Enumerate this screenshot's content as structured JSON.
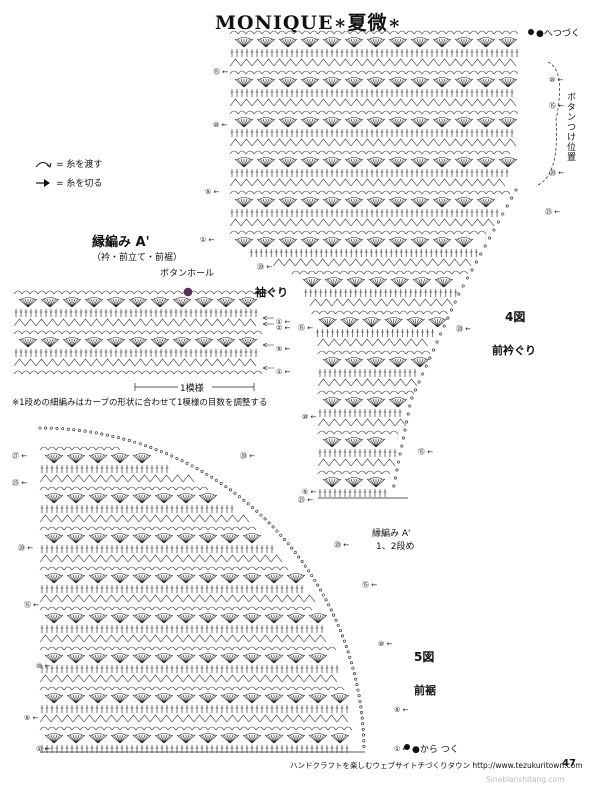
{
  "title": "MONIQUE∗夏微∗",
  "legend": {
    "join_text": "= 糸を渡す",
    "cut_text": "= 糸を切る"
  },
  "edging": {
    "title": "縁編み A'",
    "subtitle": "（衿・前立て・前裾）",
    "buttonhole": "ボタンホール",
    "repeat": "1模様",
    "note": "※1段めの細編みはカーブの形状に合わせて1模様の目数を調整する"
  },
  "figure4": {
    "top_label": "●へつづく",
    "button_label": "ボタンつけ位置",
    "armhole": "袖ぐり",
    "fig_no": "4図",
    "neckline": "前衿ぐり",
    "edging_label": "縁編み A'",
    "edging_rows": "1、2段め"
  },
  "figure5": {
    "fig_no": "5図",
    "name": "前裾",
    "bottom_label": "●から つく"
  },
  "footer": {
    "text": "ハンドクラフトを楽しむウェブサイトチづくりタウン http://www.tezukuritown.com",
    "page": "47",
    "watermark": "Sinablanshitang.com"
  },
  "row_numbers": {
    "fig4_left": [
      "⑮",
      "⑩",
      "⑤",
      "①"
    ],
    "fig4_mid": [
      "⑳",
      "⑮",
      "⑩",
      "⑤"
    ],
    "fig4_right": [
      "⑩",
      "⑮",
      "⑳",
      "㉕",
      "⑳",
      "⑮"
    ],
    "fig5_left": [
      "㉗",
      "㉕",
      "⑳",
      "⑮",
      "⑩",
      "⑤",
      "①"
    ],
    "fig5_right": [
      "⑳",
      "㉕",
      "⑳",
      "⑮",
      "⑩",
      "⑤",
      "①"
    ],
    "edging_rows": [
      "①",
      "②",
      "⑤",
      "①"
    ]
  }
}
